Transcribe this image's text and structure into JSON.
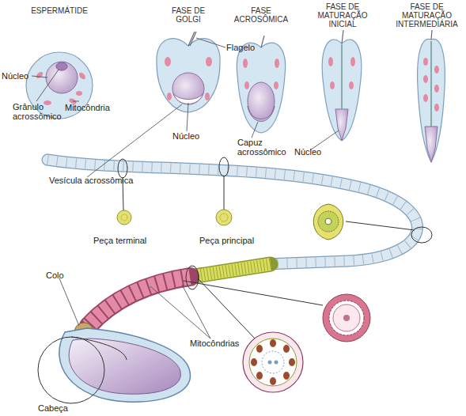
{
  "diagram": {
    "labels": [
      "ESPERMÁTIDE",
      "FASE DE GOLGI",
      "FASE ACROSÔMICA",
      "FASE DE MATURAÇÃO INICIAL",
      "FASE DE MATURAÇÃO INTERMEDIÁRIA",
      "Flagelo",
      "Núcleo",
      "Grânulo acrossômico",
      "Mitocôndria",
      "Núcleo",
      "Capuz acrossômico",
      "Vesícula acrossômica",
      "Núcleo",
      "Peça terminal",
      "Peça principal",
      "Colo",
      "Mitocôndrias",
      "Cabeça"
    ]
  }
}
